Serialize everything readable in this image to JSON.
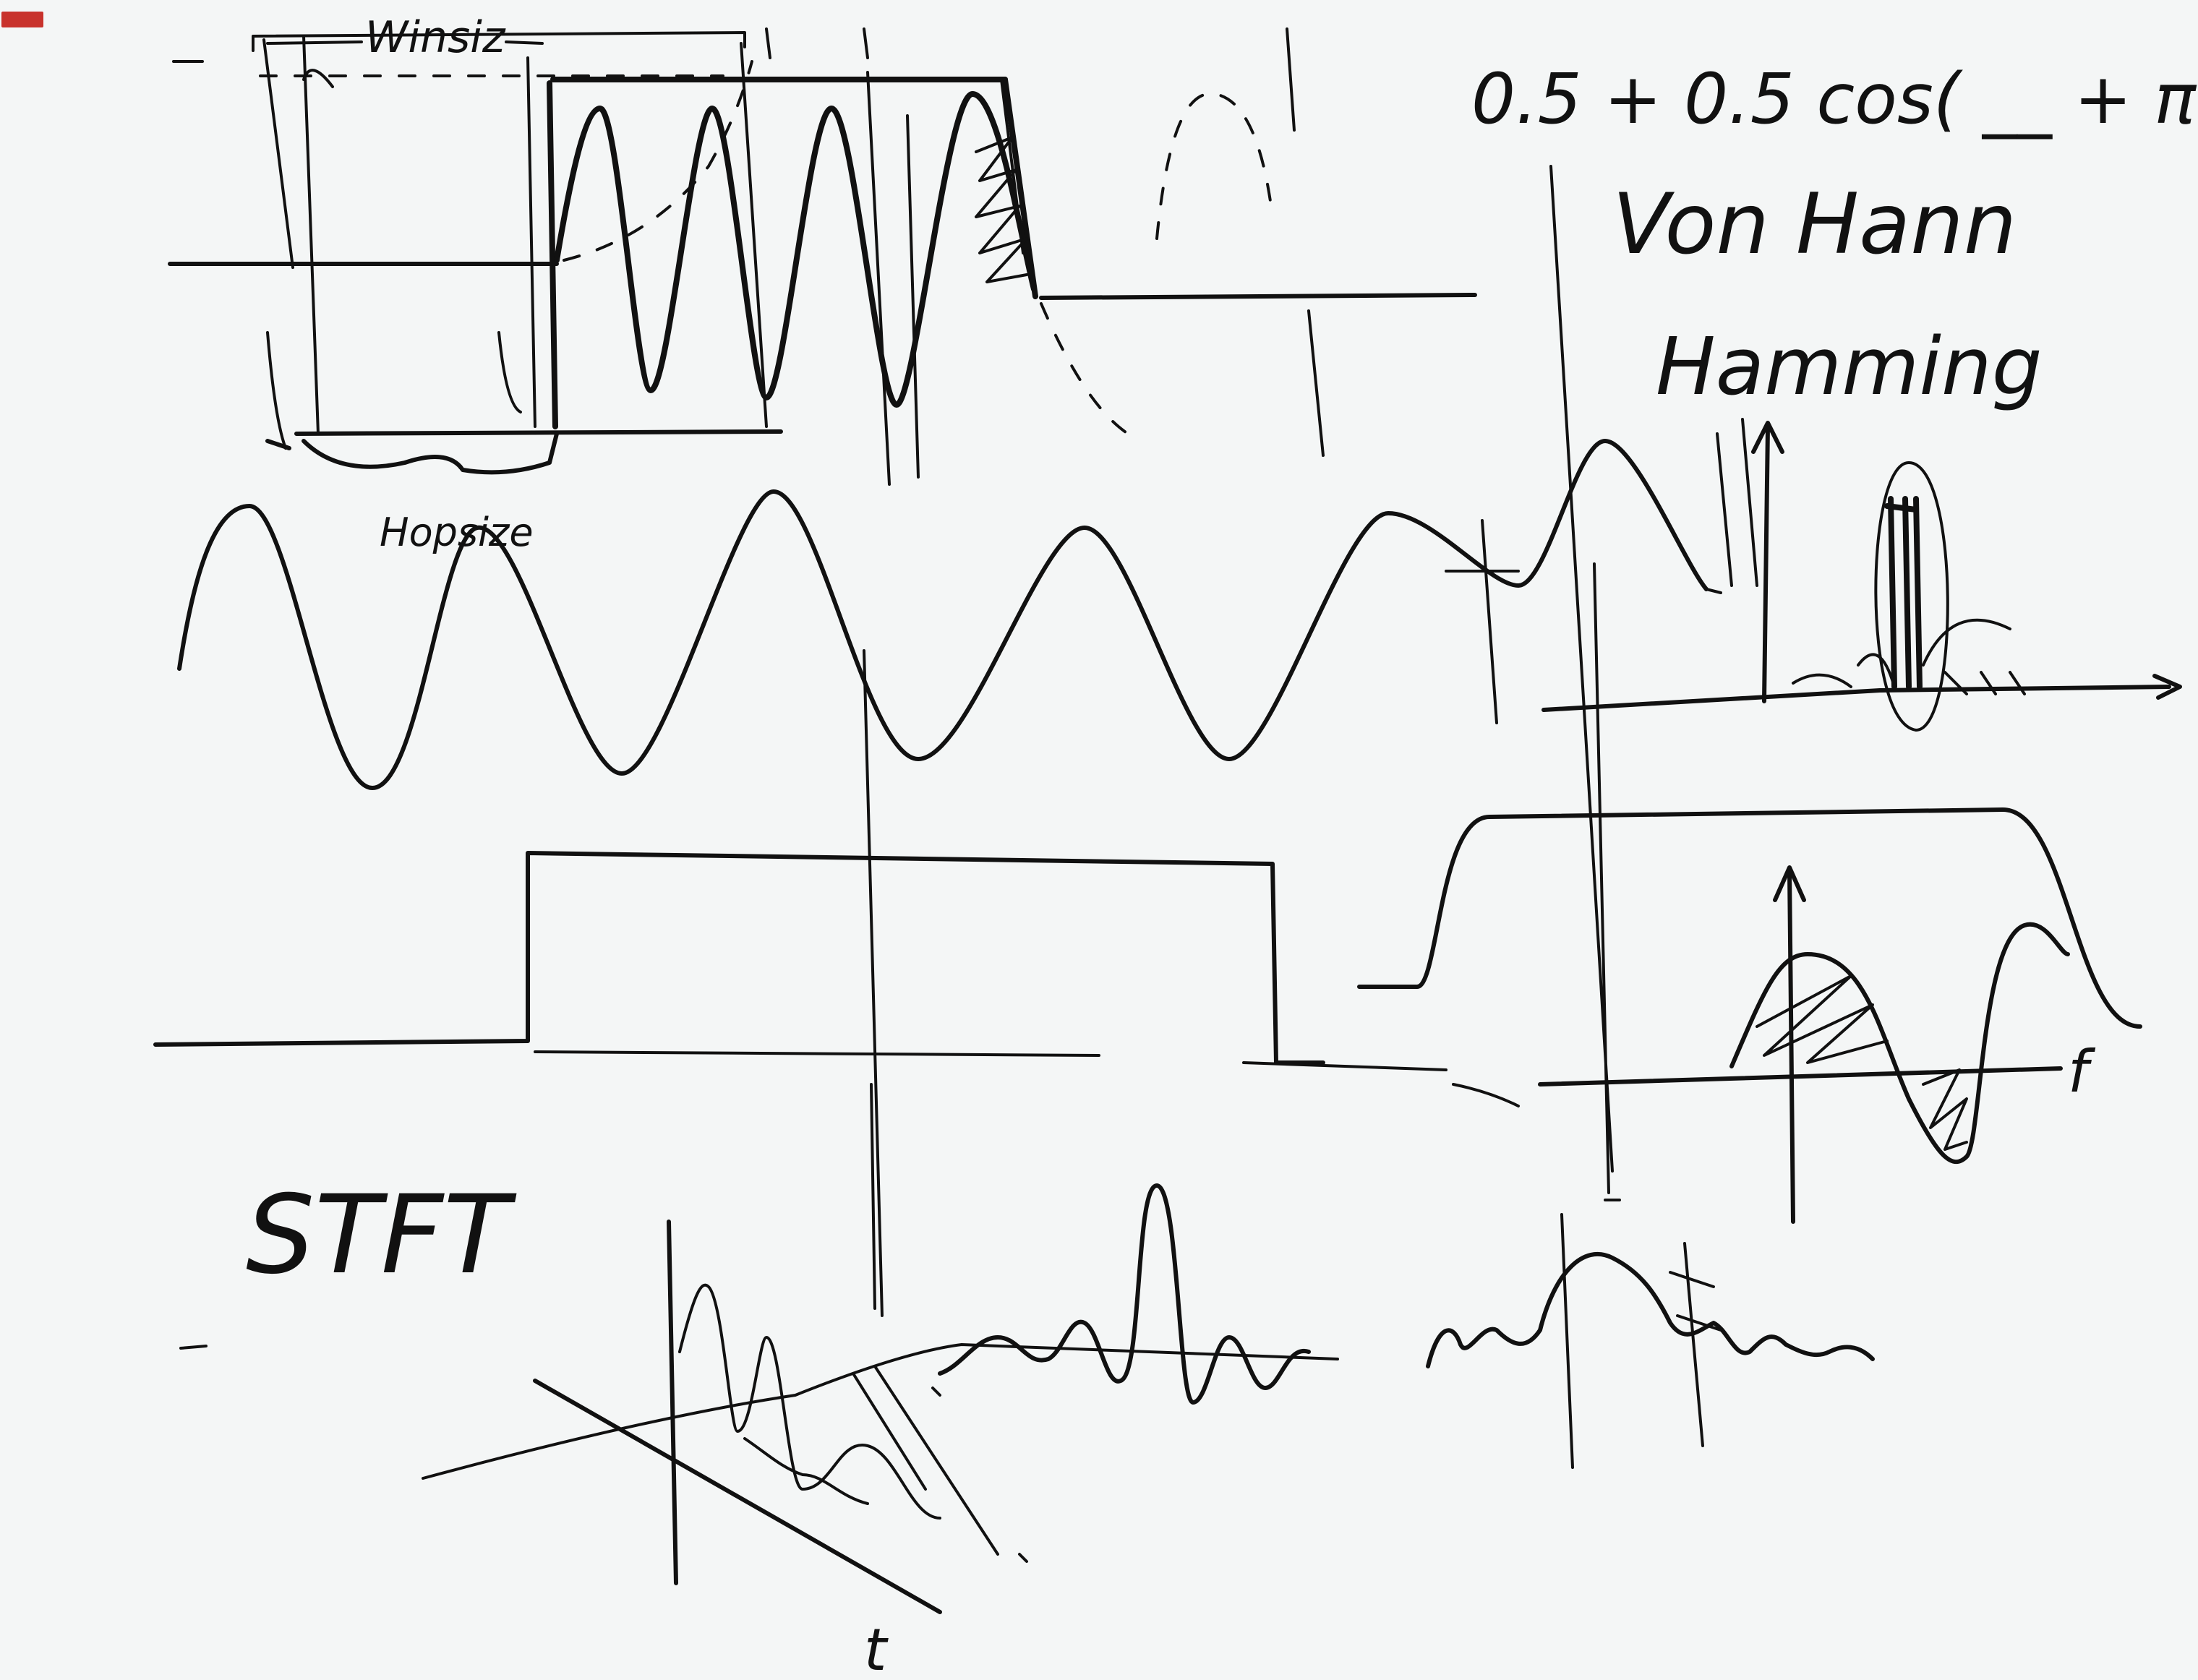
{
  "whiteboard": {
    "labels": {
      "winsize": "Winsiz",
      "hopsize": "Hopsize",
      "formula": "0.5 + 0.5 cos( __ + π",
      "von_hann": "Von Hann",
      "hamming": "Hamming",
      "stft": "STFT",
      "f_axis": "f",
      "t_axis": "t"
    },
    "colors": {
      "ink": "#111111",
      "board": "#f4f6f6",
      "tag": "#c8322c"
    }
  }
}
